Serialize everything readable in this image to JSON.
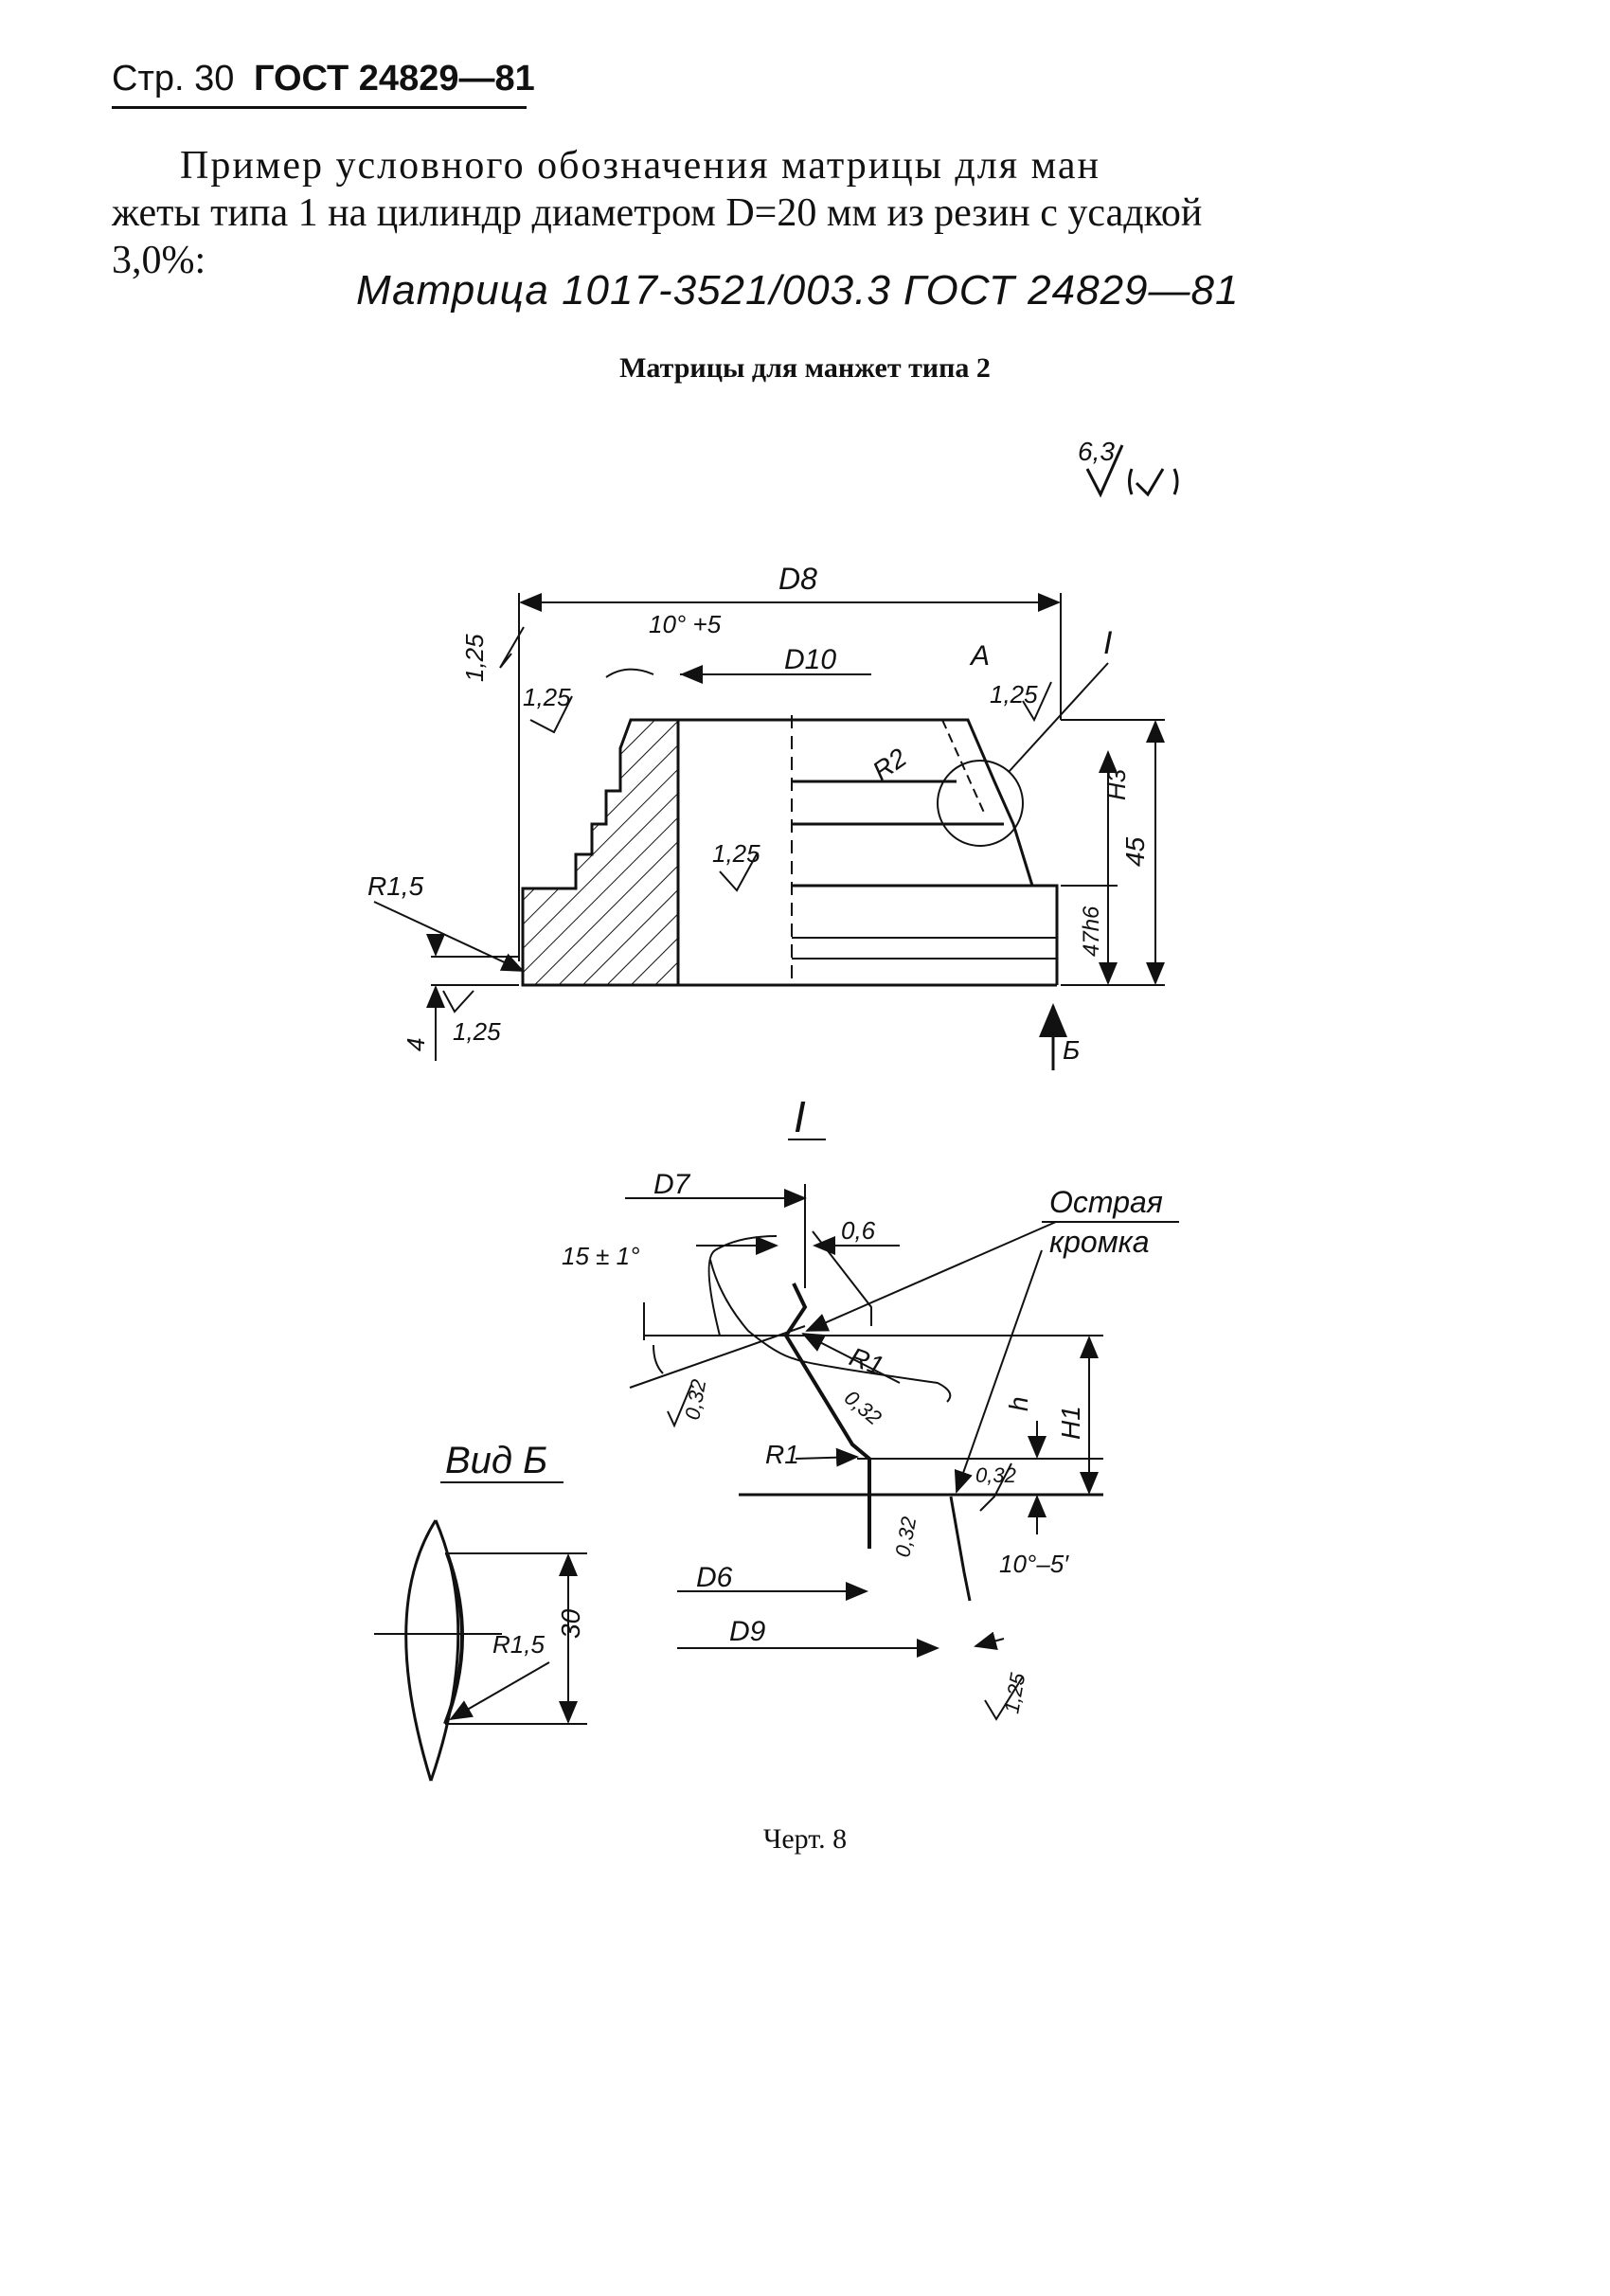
{
  "header": {
    "page": "Стр. 30",
    "standard": "ГОСТ 24829—81"
  },
  "paragraph": {
    "line1": "Пример условного обозначения матрицы для ман",
    "line2": "жеты типа 1 на цилиндр диаметром D=20 мм из резин с усадкой",
    "line3": "3,0%:"
  },
  "designation": "Матрица 1017-3521/003.3 ГОСТ 24829—81",
  "heading": "Матрицы для манжет типа 2",
  "drawing": {
    "roughness_general": "6,3",
    "labels": {
      "D8": "D8",
      "D10": "D10",
      "angle_top": "10° +5",
      "A": "A",
      "I": "I",
      "r125_a": "1,25",
      "r125_b": "1,25",
      "r125_c": "1,25",
      "r125_d": "1,25",
      "r125_e": "1,25",
      "R2": "R2",
      "R1_5": "R1,5",
      "H3": "H3",
      "dim45": "45",
      "dim47": "47h6",
      "dim4": "4",
      "B_arrow": "Б"
    },
    "detail": {
      "title": "I",
      "D7": "D7",
      "dim06": "0,6",
      "angle15": "15 ± 1°",
      "sharp_edge_1": "Острая",
      "sharp_edge_2": "кромка",
      "R1a": "R1",
      "R1b": "R1",
      "r032_a": "0,32",
      "r032_b": "0,32",
      "r032_c": "0,32",
      "r032_d": "0,32",
      "h": "h",
      "H1": "H1",
      "D6": "D6",
      "D9": "D9",
      "angle10": "10°–5′",
      "r125": "1,25"
    },
    "view": {
      "title": "Вид Б",
      "R1_5": "R1,5",
      "dim30": "30"
    }
  },
  "caption": "Черт. 8"
}
